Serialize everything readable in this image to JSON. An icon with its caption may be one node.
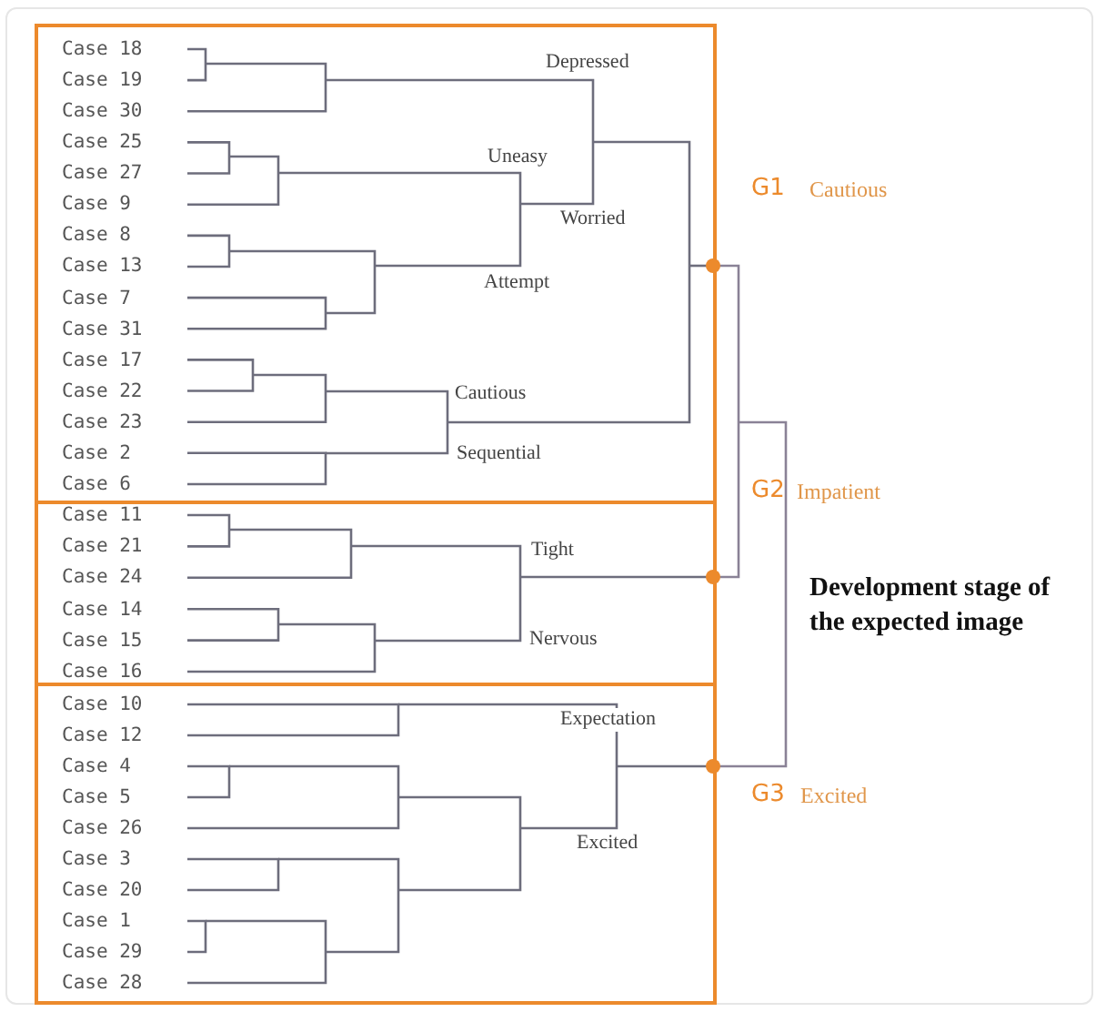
{
  "diagram": {
    "nodes": [
      {
        "text": [],
        "shape": "box",
        "beside": [
          "G1",
          "Cautious"
        ]
      },
      {
        "text": [
          "Case 18"
        ],
        "in": 0
      },
      {
        "text": [
          "Case 19"
        ],
        "in": 0
      },
      {
        "text": [
          "Case 30"
        ],
        "in": 0
      },
      {
        "text": [
          "Case 25"
        ],
        "in": 0
      },
      {
        "text": [
          "Case 27"
        ],
        "in": 0
      },
      {
        "text": [
          "Case 9"
        ],
        "in": 0
      },
      {
        "text": [
          "Case 8"
        ],
        "in": 0
      },
      {
        "text": [
          "Case 13"
        ],
        "in": 0
      },
      {
        "text": [
          "Case 7"
        ],
        "in": 0
      },
      {
        "text": [
          "Case 31"
        ],
        "in": 0
      },
      {
        "text": [
          "Case 17"
        ],
        "in": 0
      },
      {
        "text": [
          "Case 22"
        ],
        "in": 0
      },
      {
        "text": [
          "Case 23"
        ],
        "in": 0
      },
      {
        "text": [
          "Case 2"
        ],
        "in": 0
      },
      {
        "text": [
          "Case 6"
        ],
        "in": 0
      },
      {
        "text": [],
        "shape": "box",
        "beside": [
          "G2",
          "Impatient"
        ]
      },
      {
        "text": [
          "Case 11"
        ],
        "in": 16
      },
      {
        "text": [
          "Case 21"
        ],
        "in": 16
      },
      {
        "text": [
          "Case 24"
        ],
        "in": 16
      },
      {
        "text": [
          "Case 14"
        ],
        "in": 16
      },
      {
        "text": [
          "Case 15"
        ],
        "in": 16
      },
      {
        "text": [
          "Case 16"
        ],
        "in": 16
      },
      {
        "text": [],
        "shape": "box",
        "beside": [
          "G3",
          "Excited"
        ]
      },
      {
        "text": [
          "Case 10"
        ],
        "in": 23
      },
      {
        "text": [
          "Case 12"
        ],
        "in": 23
      },
      {
        "text": [
          "Case 4"
        ],
        "in": 23
      },
      {
        "text": [
          "Case 5"
        ],
        "in": 23
      },
      {
        "text": [
          "Case 26"
        ],
        "in": 23
      },
      {
        "text": [
          "Case 3"
        ],
        "in": 23
      },
      {
        "text": [
          "Case 20"
        ],
        "in": 23
      },
      {
        "text": [
          "Case 1"
        ],
        "in": 23
      },
      {
        "text": [
          "Case 29"
        ],
        "in": 23
      },
      {
        "text": [
          "Case 28"
        ],
        "in": 23
      }
    ],
    "edges": [],
    "labels": [
      "Depressed",
      "Uneasy",
      "Worried",
      "Attempt",
      "Cautious",
      "Sequential",
      "Tight",
      "Nervous",
      "Expectation",
      "Excited",
      "Development stage of the expected image"
    ]
  }
}
